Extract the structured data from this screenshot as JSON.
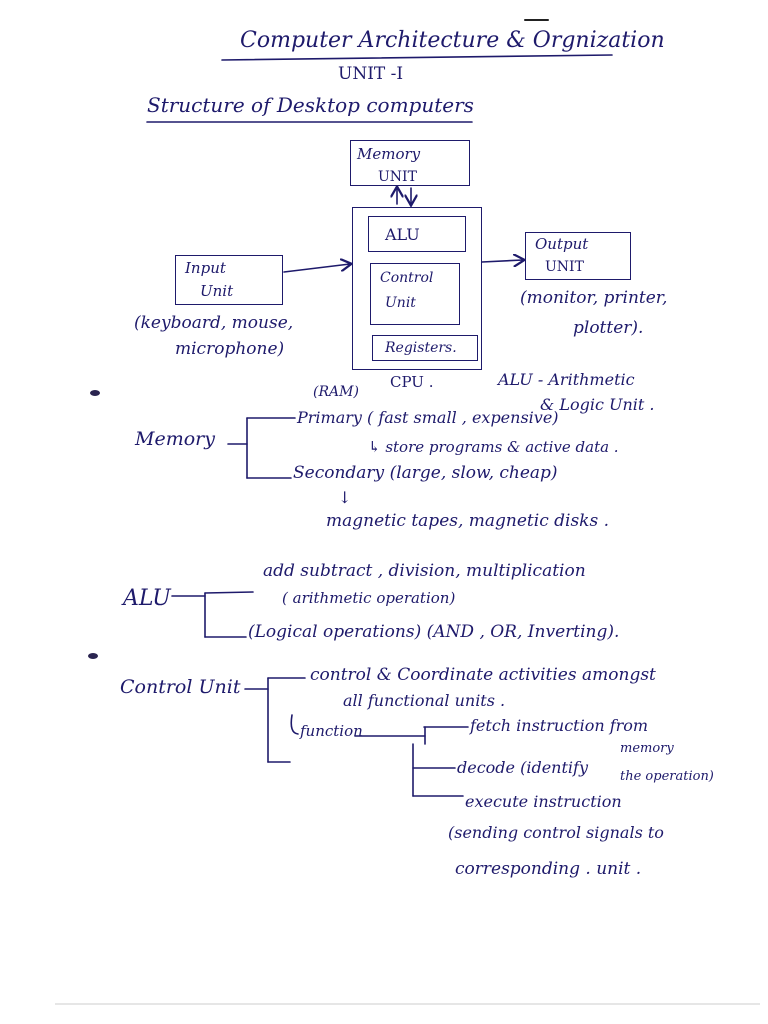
{
  "header": {
    "title": "Computer Architecture & Orgnization",
    "unit": "UNIT -I",
    "section": "Structure of Desktop computers"
  },
  "diagram": {
    "memory_unit": [
      "Memory",
      "UNIT"
    ],
    "alu": "ALU",
    "control_unit": [
      "Control",
      "Unit"
    ],
    "registers": "Registers.",
    "cpu": "CPU .",
    "input_unit": [
      "Input",
      "Unit"
    ],
    "input_examples": [
      "(keyboard, mouse,",
      "microphone)"
    ],
    "output_unit": [
      "Output",
      "UNIT"
    ],
    "output_examples": [
      "(monitor, printer,",
      "plotter)."
    ],
    "alu_meaning": [
      "ALU - Arithmetic",
      "& Logic Unit ."
    ]
  },
  "memory": {
    "label": "Memory",
    "ram": "(RAM)",
    "primary": "Primary ( fast small , expensive)",
    "primary_note": "↳ store programs & active data .",
    "secondary": "Secondary (large, slow, cheap)",
    "arrow": "↓",
    "secondary_examples": "magnetic tapes, magnetic disks ."
  },
  "alu_section": {
    "label": "ALU",
    "arith_ops": "add subtract , division, multiplication",
    "arith_note": "( arithmetic operation)",
    "logic_ops": "(Logical operations) (AND , OR, Inverting)."
  },
  "control_section": {
    "label": "Control Unit",
    "item1_line1": "control & Coordinate activities amongst",
    "item1_line2": "all functional units .",
    "function": "function",
    "fetch": "fetch instruction from",
    "fetch_memory": "memory",
    "decode": "decode (identify",
    "decode_note": "the operation)",
    "execute": "execute instruction",
    "execute_note1": "(sending control signals to",
    "execute_note2": "corresponding . unit ."
  }
}
